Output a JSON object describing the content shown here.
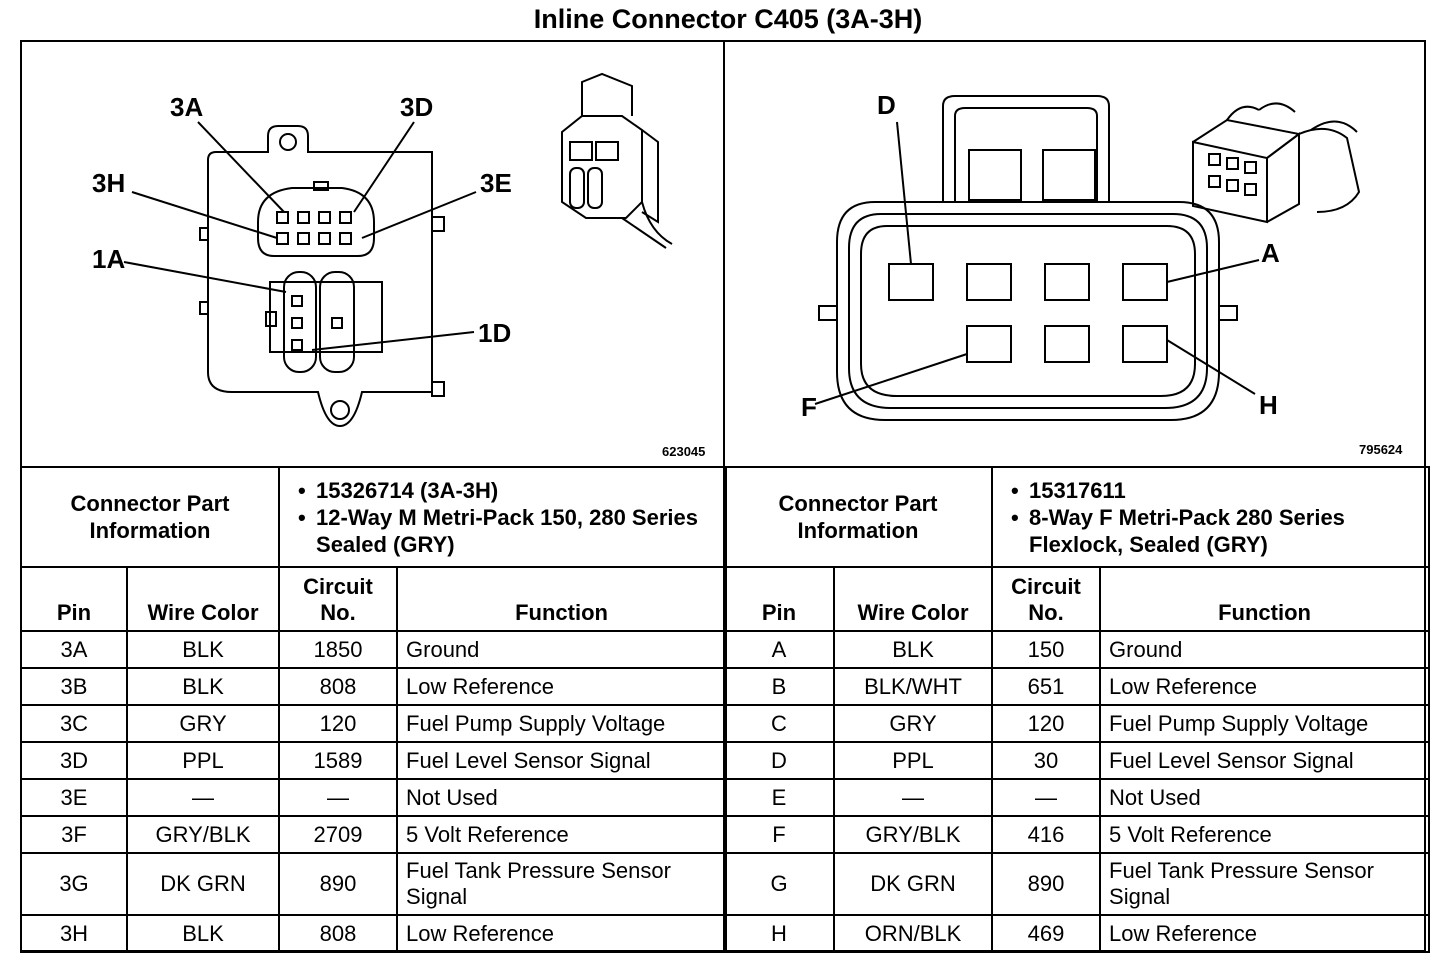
{
  "title": "Inline Connector C405 (3A-3H)",
  "left": {
    "figure_id": "623045",
    "pin_callouts": [
      "3A",
      "3D",
      "3H",
      "3E",
      "1A",
      "1D"
    ],
    "part_info_label": "Connector Part Information",
    "part_info": [
      "15326714 (3A-3H)",
      "12-Way M Metri-Pack 150, 280 Series Sealed (GRY)"
    ],
    "headers": [
      "Pin",
      "Wire Color",
      "Circuit No.",
      "Function"
    ],
    "rows": [
      {
        "pin": "3A",
        "wire": "BLK",
        "circuit": "1850",
        "function": "Ground"
      },
      {
        "pin": "3B",
        "wire": "BLK",
        "circuit": "808",
        "function": "Low Reference"
      },
      {
        "pin": "3C",
        "wire": "GRY",
        "circuit": "120",
        "function": "Fuel Pump Supply Voltage"
      },
      {
        "pin": "3D",
        "wire": "PPL",
        "circuit": "1589",
        "function": "Fuel Level Sensor Signal"
      },
      {
        "pin": "3E",
        "wire": "—",
        "circuit": "—",
        "function": "Not Used"
      },
      {
        "pin": "3F",
        "wire": "GRY/BLK",
        "circuit": "2709",
        "function": "5 Volt Reference"
      },
      {
        "pin": "3G",
        "wire": "DK GRN",
        "circuit": "890",
        "function": "Fuel Tank Pressure Sensor Signal"
      },
      {
        "pin": "3H",
        "wire": "BLK",
        "circuit": "808",
        "function": "Low Reference"
      }
    ]
  },
  "right": {
    "figure_id": "795624",
    "pin_callouts": [
      "D",
      "A",
      "F",
      "H"
    ],
    "part_info_label": "Connector Part Information",
    "part_info": [
      "15317611",
      "8-Way F Metri-Pack 280 Series Flexlock, Sealed (GRY)"
    ],
    "headers": [
      "Pin",
      "Wire Color",
      "Circuit No.",
      "Function"
    ],
    "rows": [
      {
        "pin": "A",
        "wire": "BLK",
        "circuit": "150",
        "function": "Ground"
      },
      {
        "pin": "B",
        "wire": "BLK/WHT",
        "circuit": "651",
        "function": "Low Reference"
      },
      {
        "pin": "C",
        "wire": "GRY",
        "circuit": "120",
        "function": "Fuel Pump Supply Voltage"
      },
      {
        "pin": "D",
        "wire": "PPL",
        "circuit": "30",
        "function": "Fuel Level Sensor Signal"
      },
      {
        "pin": "E",
        "wire": "—",
        "circuit": "—",
        "function": "Not Used"
      },
      {
        "pin": "F",
        "wire": "GRY/BLK",
        "circuit": "416",
        "function": "5 Volt Reference"
      },
      {
        "pin": "G",
        "wire": "DK GRN",
        "circuit": "890",
        "function": "Fuel Tank Pressure Sensor Signal"
      },
      {
        "pin": "H",
        "wire": "ORN/BLK",
        "circuit": "469",
        "function": "Low Reference"
      }
    ]
  }
}
